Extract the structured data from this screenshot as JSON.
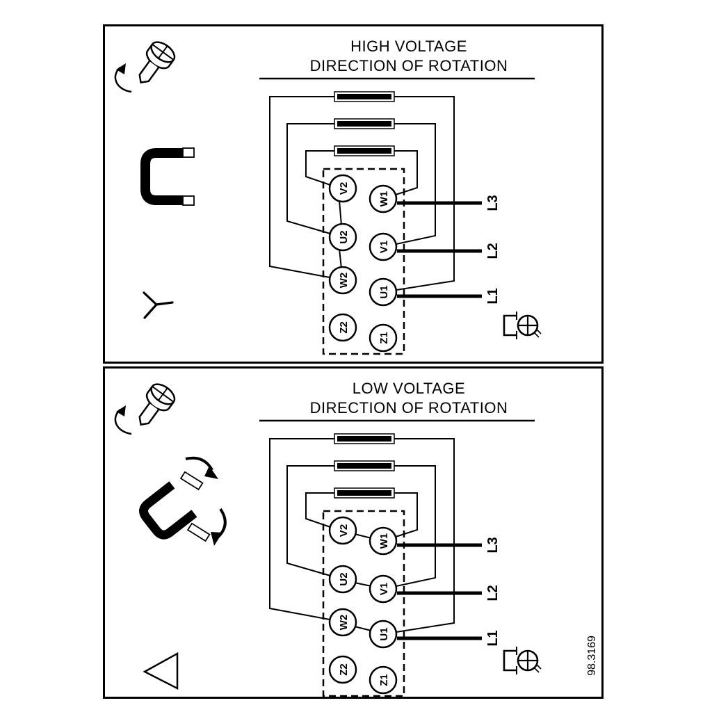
{
  "figure": {
    "number": "98.3169"
  },
  "colors": {
    "ink": "#000000",
    "background": "#ffffff"
  },
  "icons": {
    "screw": "screw-with-rotation-arrow-icon",
    "high_voltage_link": "jumper-link-bracket-icon",
    "high_voltage_symbol": "star-connection-symbol",
    "low_voltage_link": "rearranged-jumper-brackets-icon",
    "low_voltage_symbol": "delta-triangle-symbol",
    "terminal_screw": "terminal-clamp-screw-icon"
  },
  "panels": [
    {
      "title_line1": "HIGH VOLTAGE",
      "title_line2": "DIRECTION OF ROTATION",
      "connection": "star",
      "terminals_left": [
        "V2",
        "U2",
        "W2",
        "Z2"
      ],
      "terminals_right": [
        "W1",
        "V1",
        "U1",
        "Z1"
      ],
      "supply_lines": [
        "L3",
        "L2",
        "L1"
      ]
    },
    {
      "title_line1": "LOW VOLTAGE",
      "title_line2": "DIRECTION OF ROTATION",
      "connection": "delta",
      "terminals_left": [
        "V2",
        "U2",
        "W2",
        "Z2"
      ],
      "terminals_right": [
        "W1",
        "V1",
        "U1",
        "Z1"
      ],
      "supply_lines": [
        "L3",
        "L2",
        "L1"
      ]
    }
  ]
}
